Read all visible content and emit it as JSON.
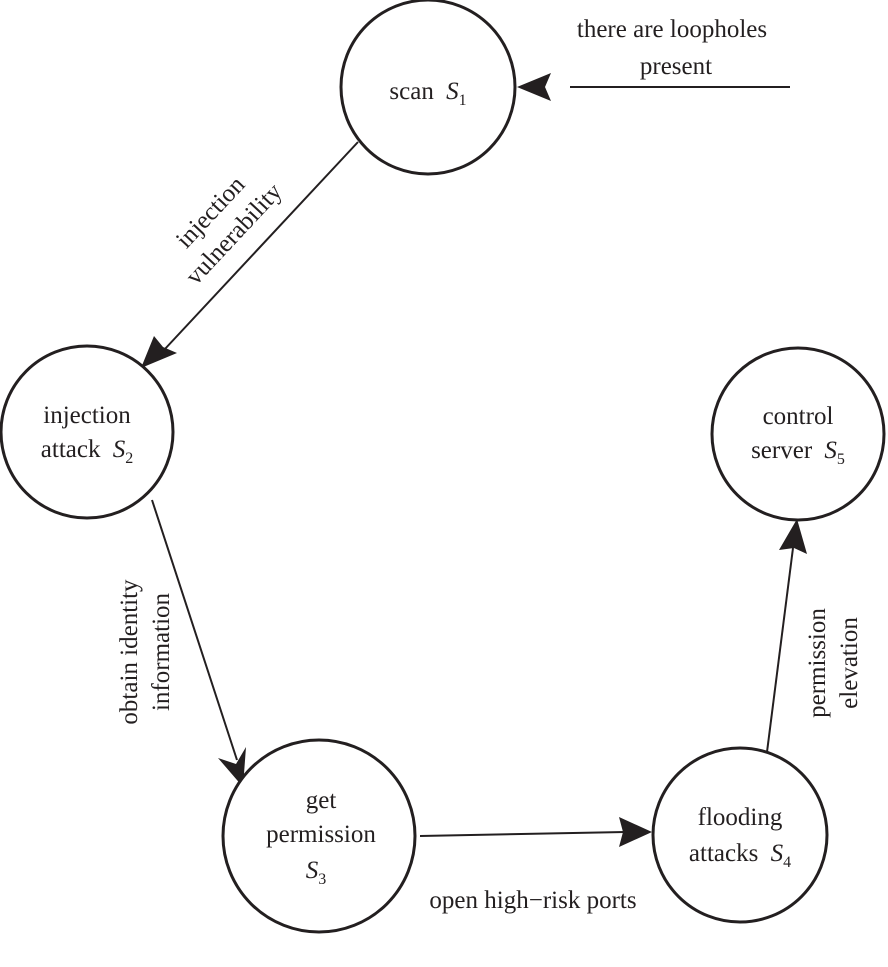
{
  "nodes": {
    "s1": {
      "text": "scan",
      "symbol": "S",
      "subscript": "1"
    },
    "s2": {
      "line1": "injection",
      "line2": "attack",
      "symbol": "S",
      "subscript": "2"
    },
    "s3": {
      "line1": "get",
      "line2": "permission",
      "symbol": "S",
      "subscript": "3"
    },
    "s4": {
      "line1": "flooding",
      "line2": "attacks",
      "symbol": "S",
      "subscript": "4"
    },
    "s5": {
      "line1": "control",
      "line2": "server",
      "symbol": "S",
      "subscript": "5"
    }
  },
  "edges": {
    "entry": {
      "line1": "there are loopholes",
      "line2": "present"
    },
    "s1_s2": {
      "line1": "injection",
      "line2": "vulnerability"
    },
    "s2_s3": {
      "line1": "obtain identity",
      "line2": "information"
    },
    "s3_s4": {
      "line1": "open high−risk ports"
    },
    "s4_s5": {
      "line1": "permission",
      "line2": "elevation"
    }
  },
  "colors": {
    "ink": "#231f20",
    "background": "#ffffff"
  }
}
